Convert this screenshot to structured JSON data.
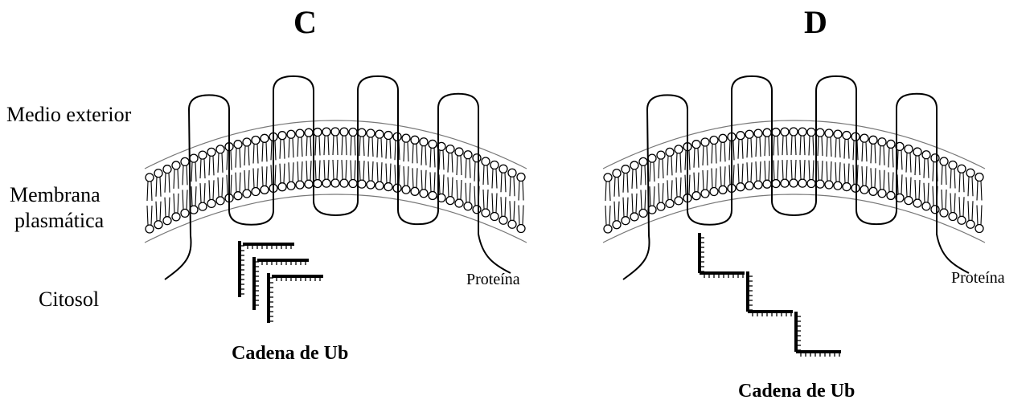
{
  "panels": [
    {
      "letter": "C",
      "protein_label": "Proteína",
      "chain_label": "Cadena de Ub",
      "chain_type": "branched"
    },
    {
      "letter": "D",
      "protein_label": "Proteína",
      "chain_label": "Cadena de Ub",
      "chain_type": "linear"
    }
  ],
  "regions": {
    "exterior": "Medio exterior",
    "membrane_line1": "Membrana",
    "membrane_line2": "plasmática",
    "cytosol": "Citosol"
  }
}
